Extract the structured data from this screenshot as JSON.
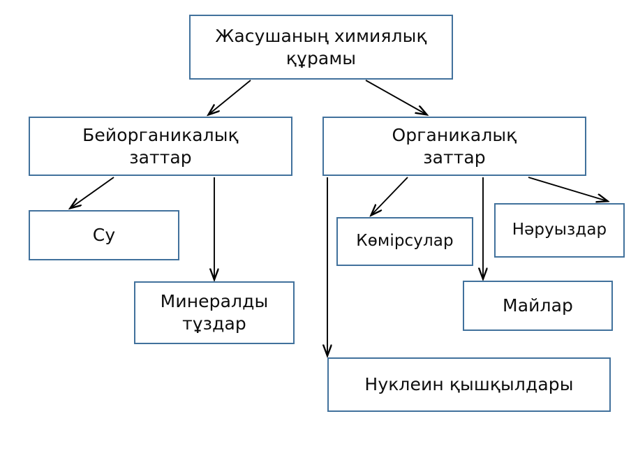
{
  "diagram": {
    "title": "Жасушаның химиялық құрамы",
    "language": "kk",
    "background_color": "#ffffff",
    "box_border_color": "#41719C",
    "text_color": "#0d0d0d",
    "arrow_color": "#000000",
    "nodes": [
      {
        "id": "root",
        "label": "Жасушаның химиялық\nқұрамы",
        "level": 0
      },
      {
        "id": "inorganic",
        "label": "Бейорганикалық\nзаттар",
        "level": 1
      },
      {
        "id": "organic",
        "label": "Органикалық\nзаттар",
        "level": 1
      },
      {
        "id": "water",
        "label": "Су",
        "level": 2
      },
      {
        "id": "minsalts",
        "label": "Минералды\nтұздар",
        "level": 2
      },
      {
        "id": "carbs",
        "label": "Көмірсулар",
        "level": 2
      },
      {
        "id": "proteins",
        "label": "Нәруыздар",
        "level": 2
      },
      {
        "id": "fats",
        "label": "Майлар",
        "level": 2
      },
      {
        "id": "nucleic",
        "label": "Нуклеин қышқылдары",
        "level": 2
      }
    ],
    "edges": [
      {
        "from": "root",
        "to": "inorganic",
        "style": "diagonal"
      },
      {
        "from": "root",
        "to": "organic",
        "style": "diagonal"
      },
      {
        "from": "inorganic",
        "to": "water",
        "style": "diagonal"
      },
      {
        "from": "inorganic",
        "to": "minsalts",
        "style": "vertical"
      },
      {
        "from": "organic",
        "to": "carbs",
        "style": "diagonal"
      },
      {
        "from": "organic",
        "to": "proteins",
        "style": "diagonal"
      },
      {
        "from": "organic",
        "to": "fats",
        "style": "vertical"
      },
      {
        "from": "organic",
        "to": "nucleic",
        "style": "vertical-long"
      }
    ]
  }
}
